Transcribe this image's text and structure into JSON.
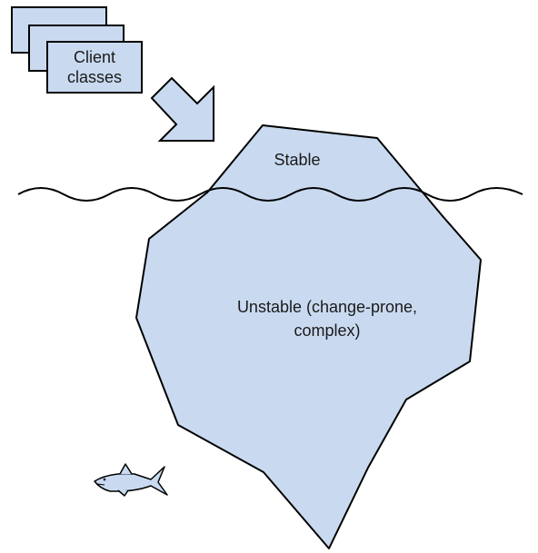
{
  "diagram": {
    "client_box": {
      "line1": "Client",
      "line2": "classes"
    },
    "iceberg": {
      "top_label": "Stable",
      "bottom_label_line1": "Unstable (change-prone,",
      "bottom_label_line2": "complex)"
    }
  },
  "colors": {
    "fill": "#c9daf0",
    "stroke": "#000000",
    "text": "#1a1a1a"
  }
}
